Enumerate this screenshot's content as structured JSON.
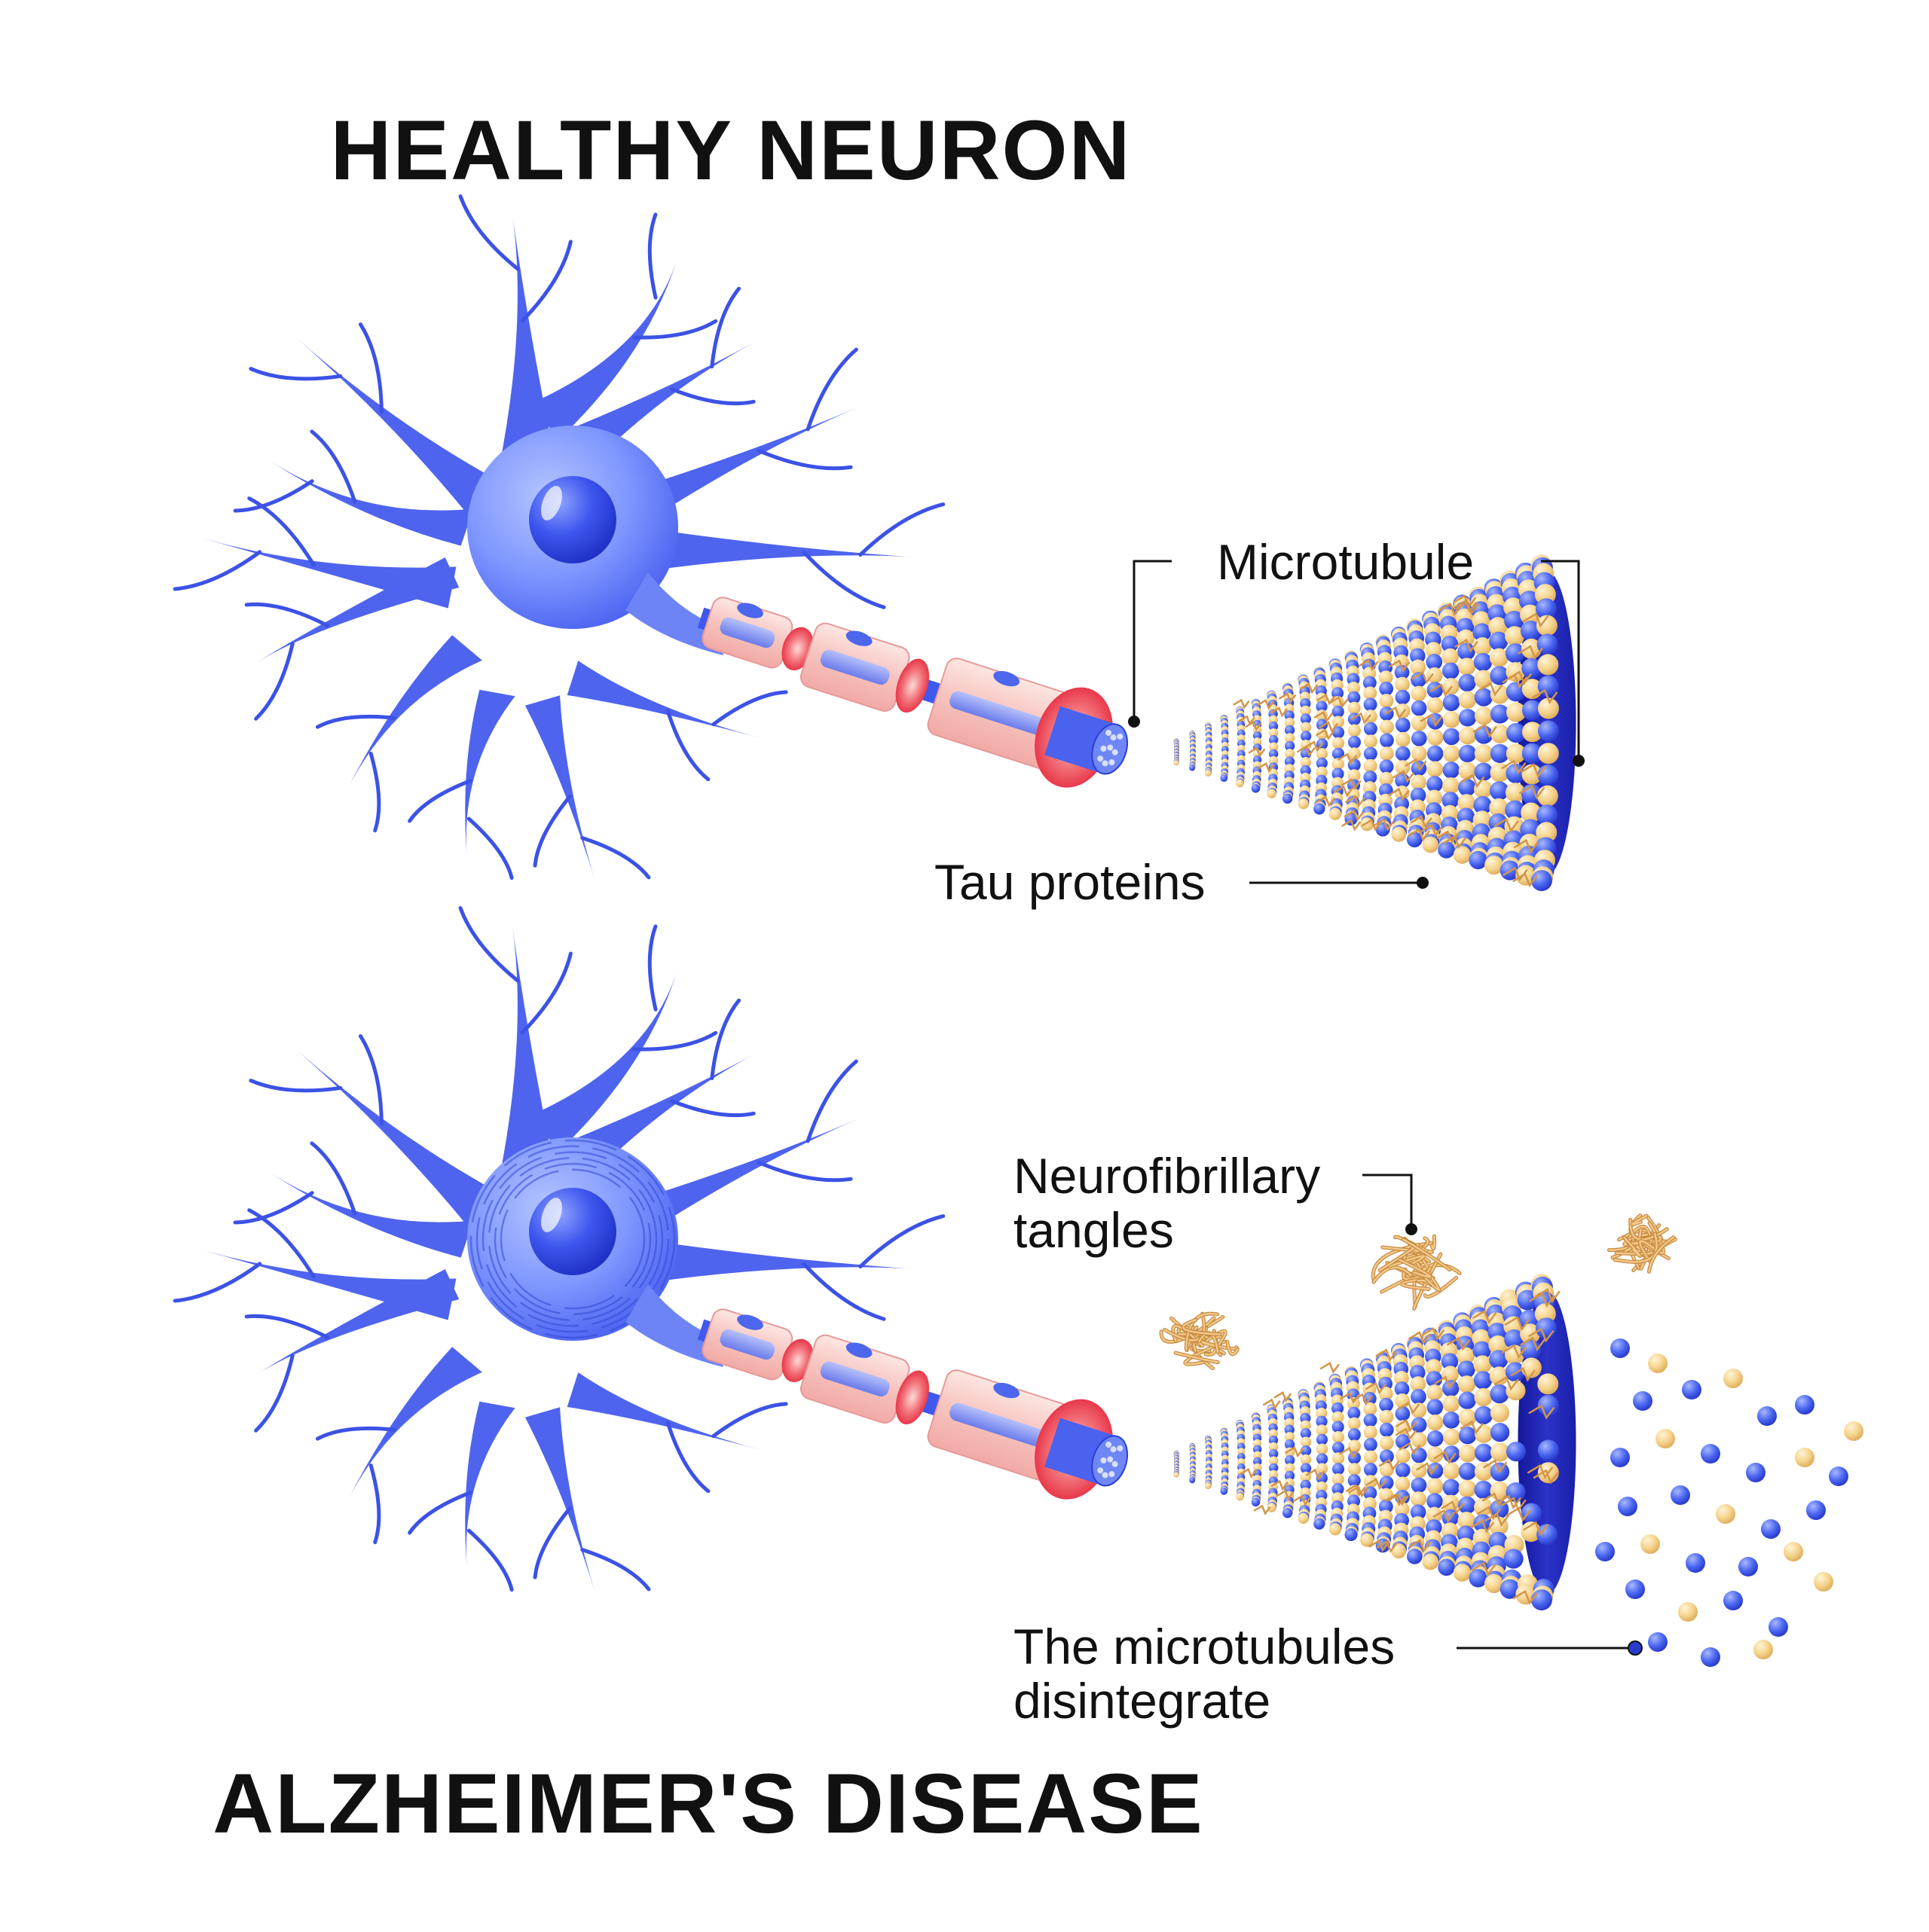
{
  "titles": {
    "healthy": "HEALTHY NEURON",
    "alzheimers": "ALZHEIMER'S DISEASE"
  },
  "labels": {
    "microtubule": "Microtubule",
    "tau_proteins": "Tau proteins",
    "neurofibrillary_line1": "Neurofibrillary",
    "neurofibrillary_line2": "tangles",
    "disintegrate_line1": "The microtubules",
    "disintegrate_line2": "disintegrate"
  },
  "colors": {
    "neuron_body": "#8098ff",
    "neuron_dark": "#2c3ed6",
    "nucleus": "#3a52ee",
    "myelin": "#f8c8c4",
    "node": "#ee4e58",
    "tubulin_blue": "#4a6af0",
    "tubulin_yellow": "#f6d690",
    "tau": "#d89a52",
    "lumen": "#1a1fb0"
  }
}
